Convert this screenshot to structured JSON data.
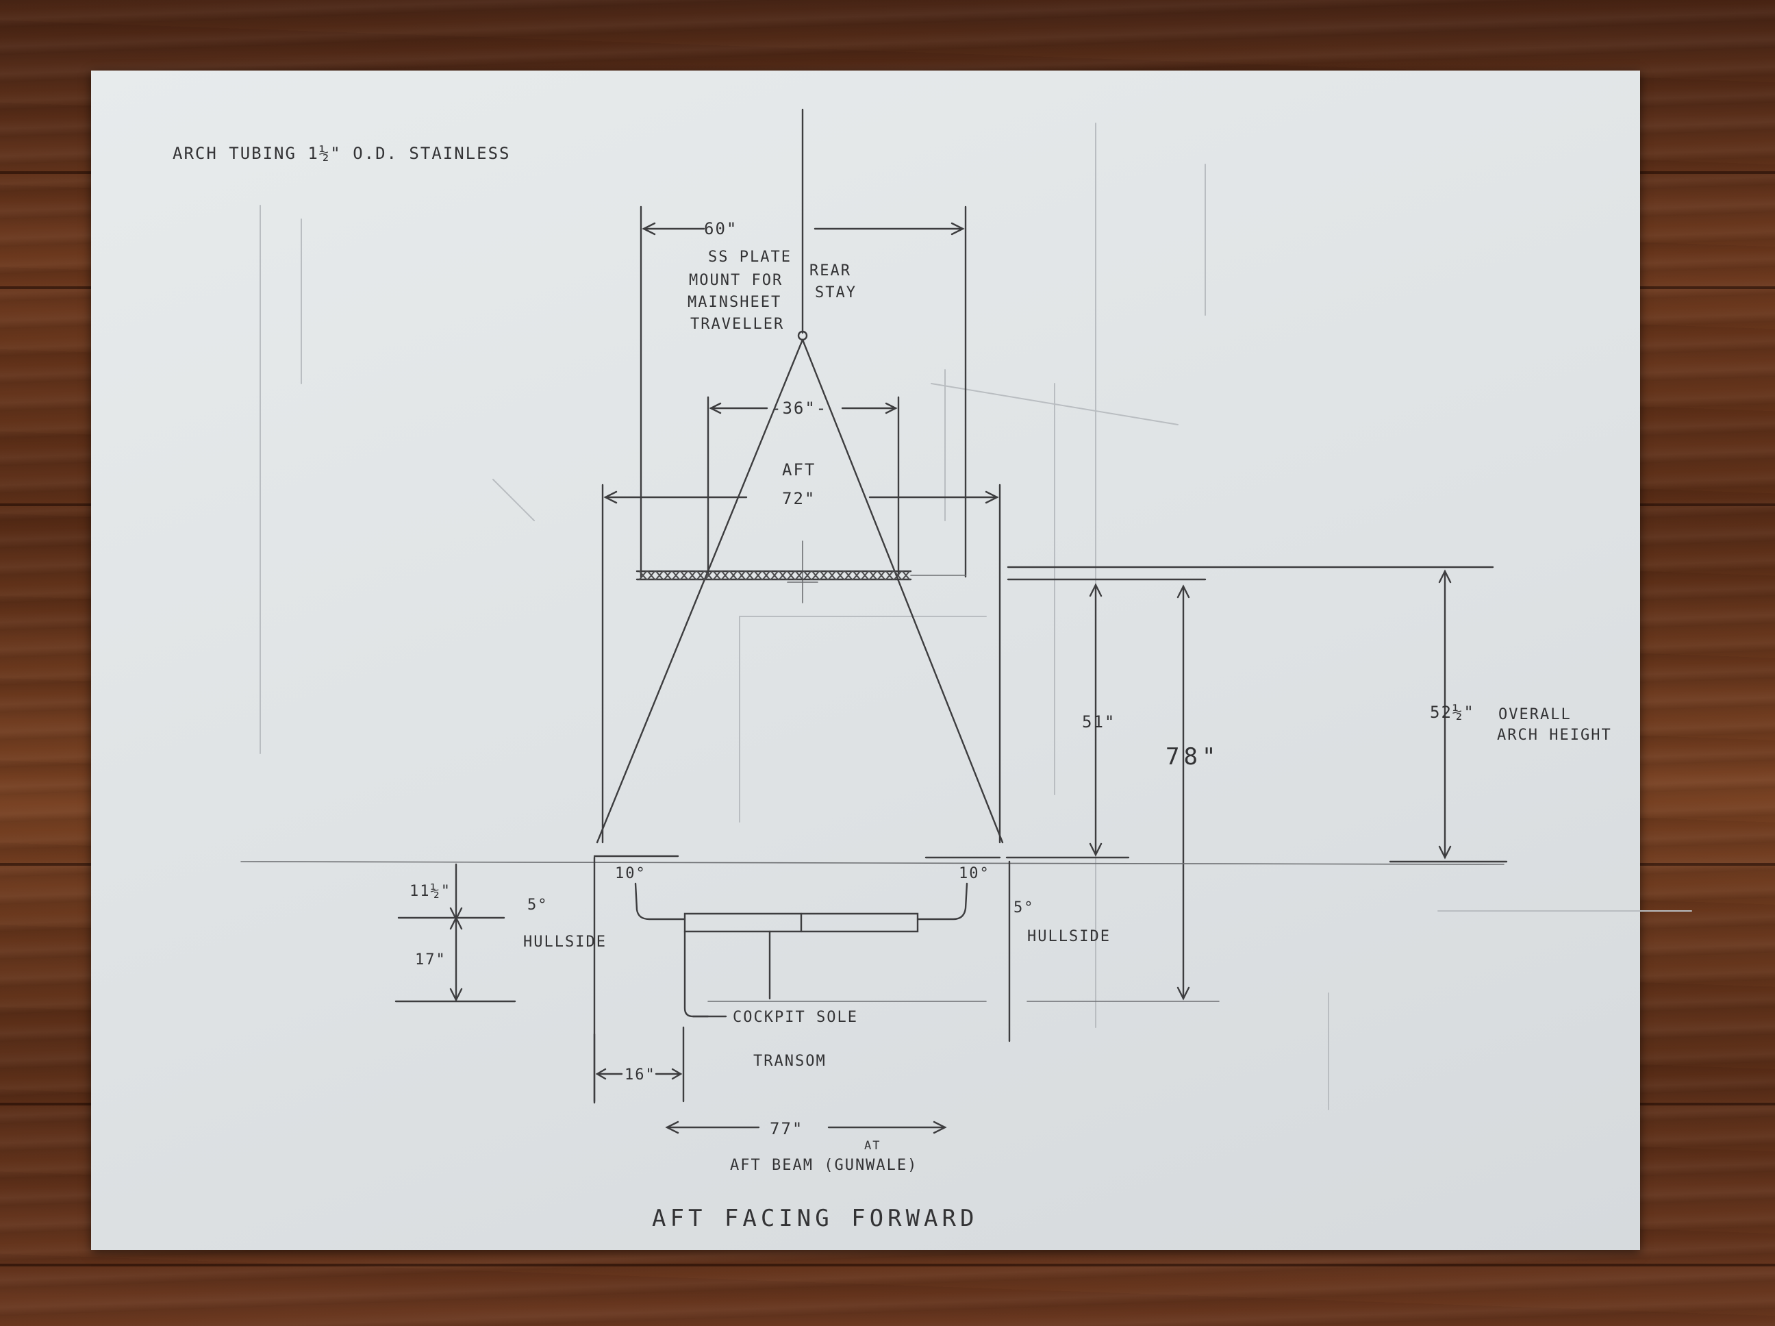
{
  "title": "AFT FACING FORWARD",
  "header_note": "ARCH TUBING 1½\" O.D. STAINLESS",
  "labels": {
    "top_width": "60\"",
    "plate_line1": "SS PLATE",
    "plate_line2": "MOUNT FOR",
    "plate_line3": "MAINSHEET",
    "plate_line4": "TRAVELLER",
    "rear_stay_1": "REAR",
    "rear_stay_2": "STAY",
    "inner_width": "-36\"-",
    "aft_label": "AFT",
    "base_width": "72\"",
    "height_51": "51\"",
    "height_78": "78\"",
    "overall_value": "52½\"",
    "overall_line1": "OVERALL",
    "overall_line2": "ARCH HEIGHT",
    "left_angle": "10°",
    "right_angle": "10°",
    "left_hull_angle": "5°",
    "left_hullside": "HULLSIDE",
    "right_hull_angle": "5°",
    "right_hullside": "HULLSIDE",
    "dim_11_5": "11½\"",
    "dim_17": "17\"",
    "cockpit_sole": "COCKPIT SOLE",
    "transom": "TRANSOM",
    "dim_16": "16\"",
    "aft_beam_value": "77\"",
    "aft_beam_label": "AFT BEAM (GUNWALE)",
    "aft_beam_at": "AT"
  }
}
